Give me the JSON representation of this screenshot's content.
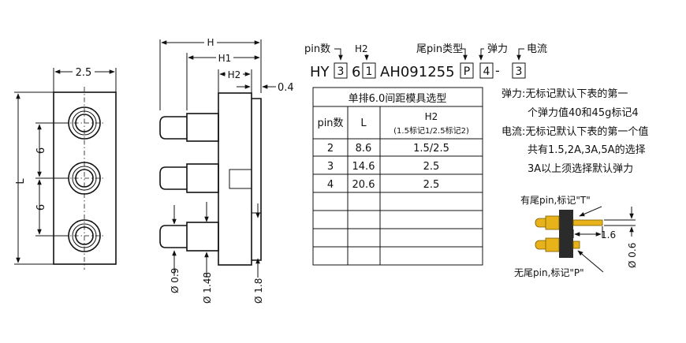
{
  "left_view": {
    "width_label": "2.5",
    "pitch1": "6",
    "pitch2": "6",
    "length_label": "L"
  },
  "side_view": {
    "H": "H",
    "H1": "H1",
    "H2": "H2",
    "t04": "0.4",
    "d09": "Ø 0.9",
    "d148": "Ø 1.48",
    "d18": "Ø 1.8"
  },
  "part_code": {
    "labels": {
      "pin_count": "pin数",
      "h2": "H2",
      "tail_pin_type": "尾pin类型",
      "spring_force": "弹力",
      "current": "电流"
    },
    "prefix": "HY",
    "box1": "3",
    "pitch": "6",
    "box2": "1",
    "mid": "AH091255",
    "box3": "P",
    "box4": "4",
    "dash": "-",
    "box5": "3"
  },
  "table": {
    "title": "单排6.0间距模具选型",
    "headers": [
      "pin数",
      "L",
      "H2"
    ],
    "h2_note": "(1.5标记1/2.5标记2)",
    "rows": [
      [
        "2",
        "8.6",
        "1.5/2.5"
      ],
      [
        "3",
        "14.6",
        "2.5"
      ],
      [
        "4",
        "20.6",
        "2.5"
      ],
      [
        "",
        "",
        ""
      ],
      [
        "",
        "",
        ""
      ],
      [
        "",
        "",
        ""
      ],
      [
        "",
        "",
        ""
      ]
    ]
  },
  "notes": {
    "line1": "弹力:无标记默认下表的第一",
    "line2": "个弹力值40和45g标记4",
    "line3": "电流:无标记默认下表的第一个值",
    "line4": "共有1.5,2A,3A,5A的选择",
    "line5": "3A以上须选择默认弹力"
  },
  "tail_diagram": {
    "with_tail": "有尾pin,标记\"T\"",
    "without_tail": "无尾pin,标记\"P\"",
    "d16": "1.6",
    "d06": "Ø 0.6"
  },
  "colors": {
    "line": "#111111",
    "gold": "#e8b21a",
    "dark": "#2b2b2b"
  }
}
